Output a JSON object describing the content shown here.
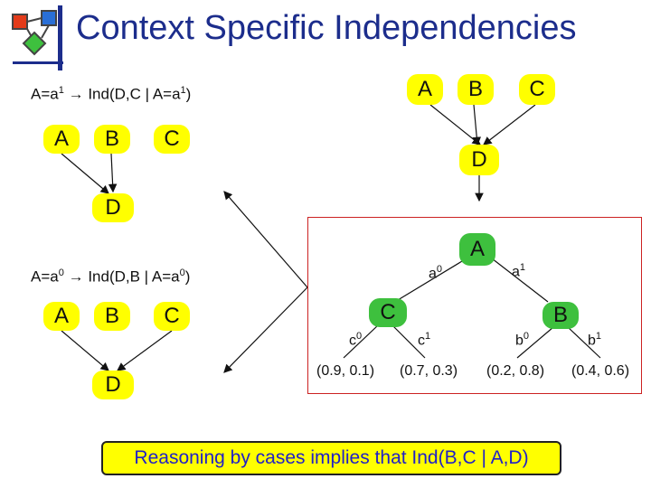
{
  "title": "Context Specific Independencies",
  "top_network": {
    "nodes": [
      "A",
      "B",
      "C",
      "D"
    ]
  },
  "case_a1": {
    "condition_prefix": "A=a",
    "condition_sup": "1",
    "implies_text": "Ind(D,C | A=a",
    "implies_sup": "1",
    "implies_suffix": ")",
    "nodes": [
      "A",
      "B",
      "C",
      "D"
    ]
  },
  "case_a0": {
    "condition_prefix": "A=a",
    "condition_sup": "0",
    "implies_text": "Ind(D,B | A=a",
    "implies_sup": "0",
    "implies_suffix": ")",
    "nodes": [
      "A",
      "B",
      "C",
      "D"
    ]
  },
  "tree": {
    "root": "A",
    "branch_left": {
      "base": "a",
      "sup": "0"
    },
    "branch_right": {
      "base": "a",
      "sup": "1"
    },
    "node_c": "C",
    "node_b": "B",
    "leaves": [
      {
        "base": "c",
        "sup": "0",
        "value": "(0.9, 0.1)"
      },
      {
        "base": "c",
        "sup": "1",
        "value": "(0.7, 0.3)"
      },
      {
        "base": "b",
        "sup": "0",
        "value": "(0.2, 0.8)"
      },
      {
        "base": "b",
        "sup": "1",
        "value": "(0.4, 0.6)"
      }
    ]
  },
  "conclusion": "Reasoning by cases implies that Ind(B,C | A,D)",
  "colors": {
    "title": "#1c2d8c",
    "node_yellow": "#ffff00",
    "node_green": "#3ec03e",
    "frame_red": "#cc2222",
    "conclusion_text": "#2020c8"
  },
  "icons": [
    "logo-icon",
    "arrow-right-icon"
  ]
}
